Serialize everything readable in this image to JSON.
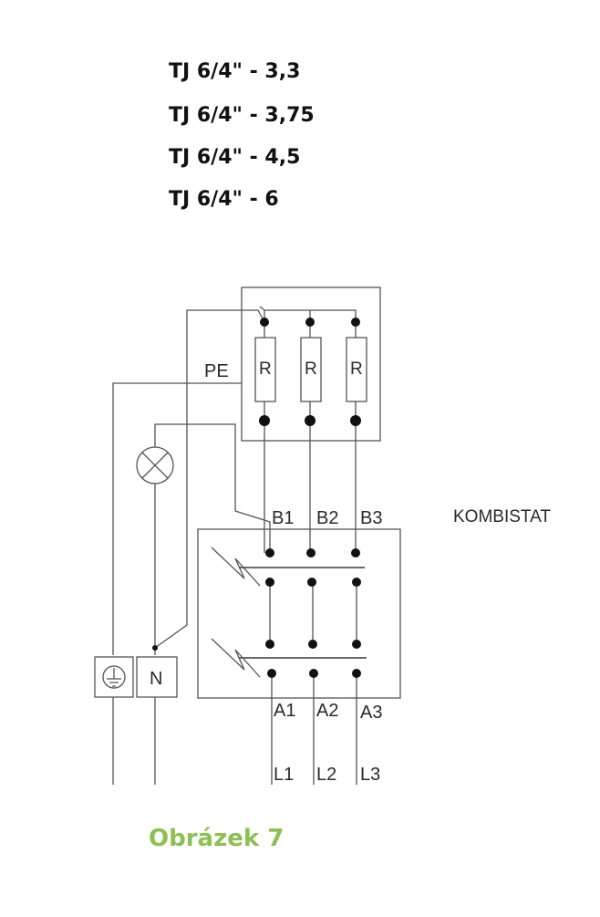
{
  "models": [
    "TJ 6/4\" - 3,3",
    "TJ 6/4\" - 3,75",
    "TJ 6/4\" - 4,5",
    "TJ 6/4\" - 6"
  ],
  "diagram": {
    "resistor_label": "R",
    "pe_label": "PE",
    "neutral_label": "N",
    "kombistat_label": "KOMBISTAT",
    "b_terminals": [
      "B1",
      "B2",
      "B3"
    ],
    "a_terminals": [
      "A1",
      "A2",
      "A3"
    ],
    "l_terminals": [
      "L1",
      "L2",
      "L3"
    ]
  },
  "caption": "Obrázek 7",
  "colors": {
    "caption": "#8cc152",
    "line": "#4a4a4a",
    "text": "#111111"
  }
}
